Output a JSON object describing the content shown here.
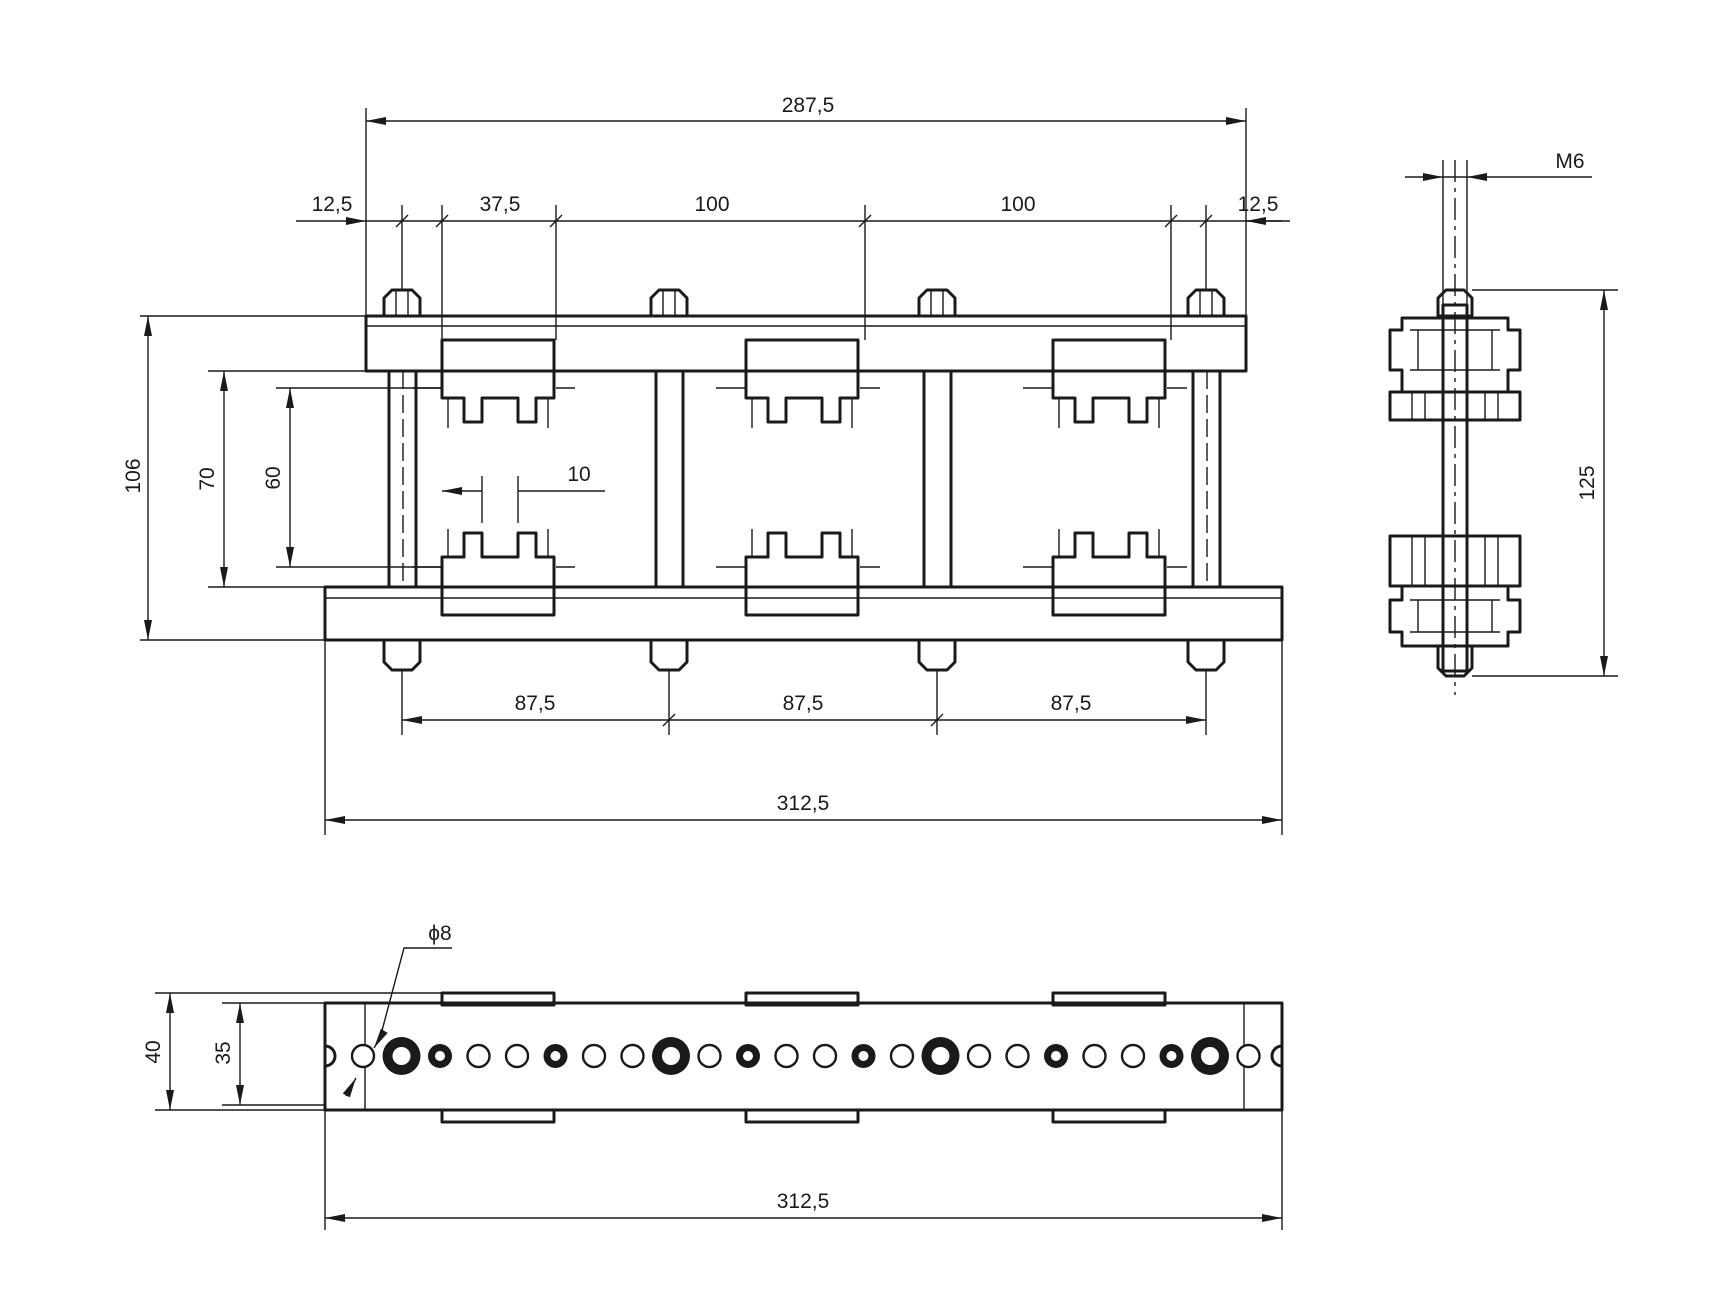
{
  "front_view": {
    "overall_top": "287,5",
    "offset_left": "12,5",
    "pitch_first": "37,5",
    "pitch_mid": "100",
    "pitch_right": "100",
    "offset_right": "12,5",
    "height_overall": "106",
    "height_inner": "70",
    "height_clamp": "60",
    "slot_width": "10",
    "spacing_1": "87,5",
    "spacing_2": "87,5",
    "spacing_3": "87,5",
    "overall_bottom": "312,5"
  },
  "side_view": {
    "thread": "M6",
    "height": "125"
  },
  "bottom_view": {
    "hole_diameter": "ϕ8",
    "height_outer": "40",
    "height_inner": "35",
    "overall_length": "312,5"
  }
}
